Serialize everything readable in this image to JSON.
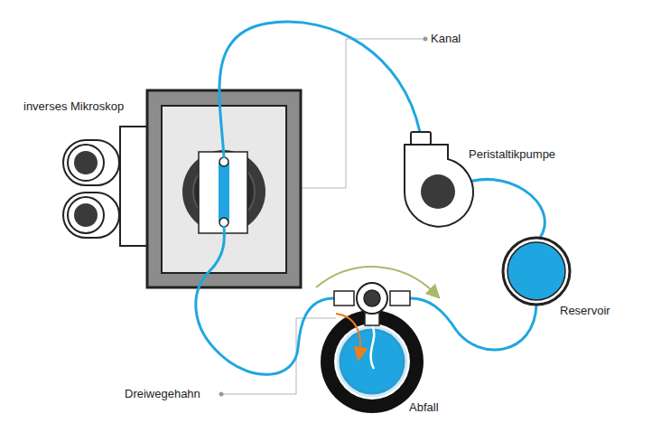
{
  "diagram": {
    "labels": [
      "Kanal",
      "inverses Mikroskop",
      "Peristaltikpumpe",
      "Reservoir",
      "Dreiwegehahn",
      "Abfall"
    ]
  }
}
